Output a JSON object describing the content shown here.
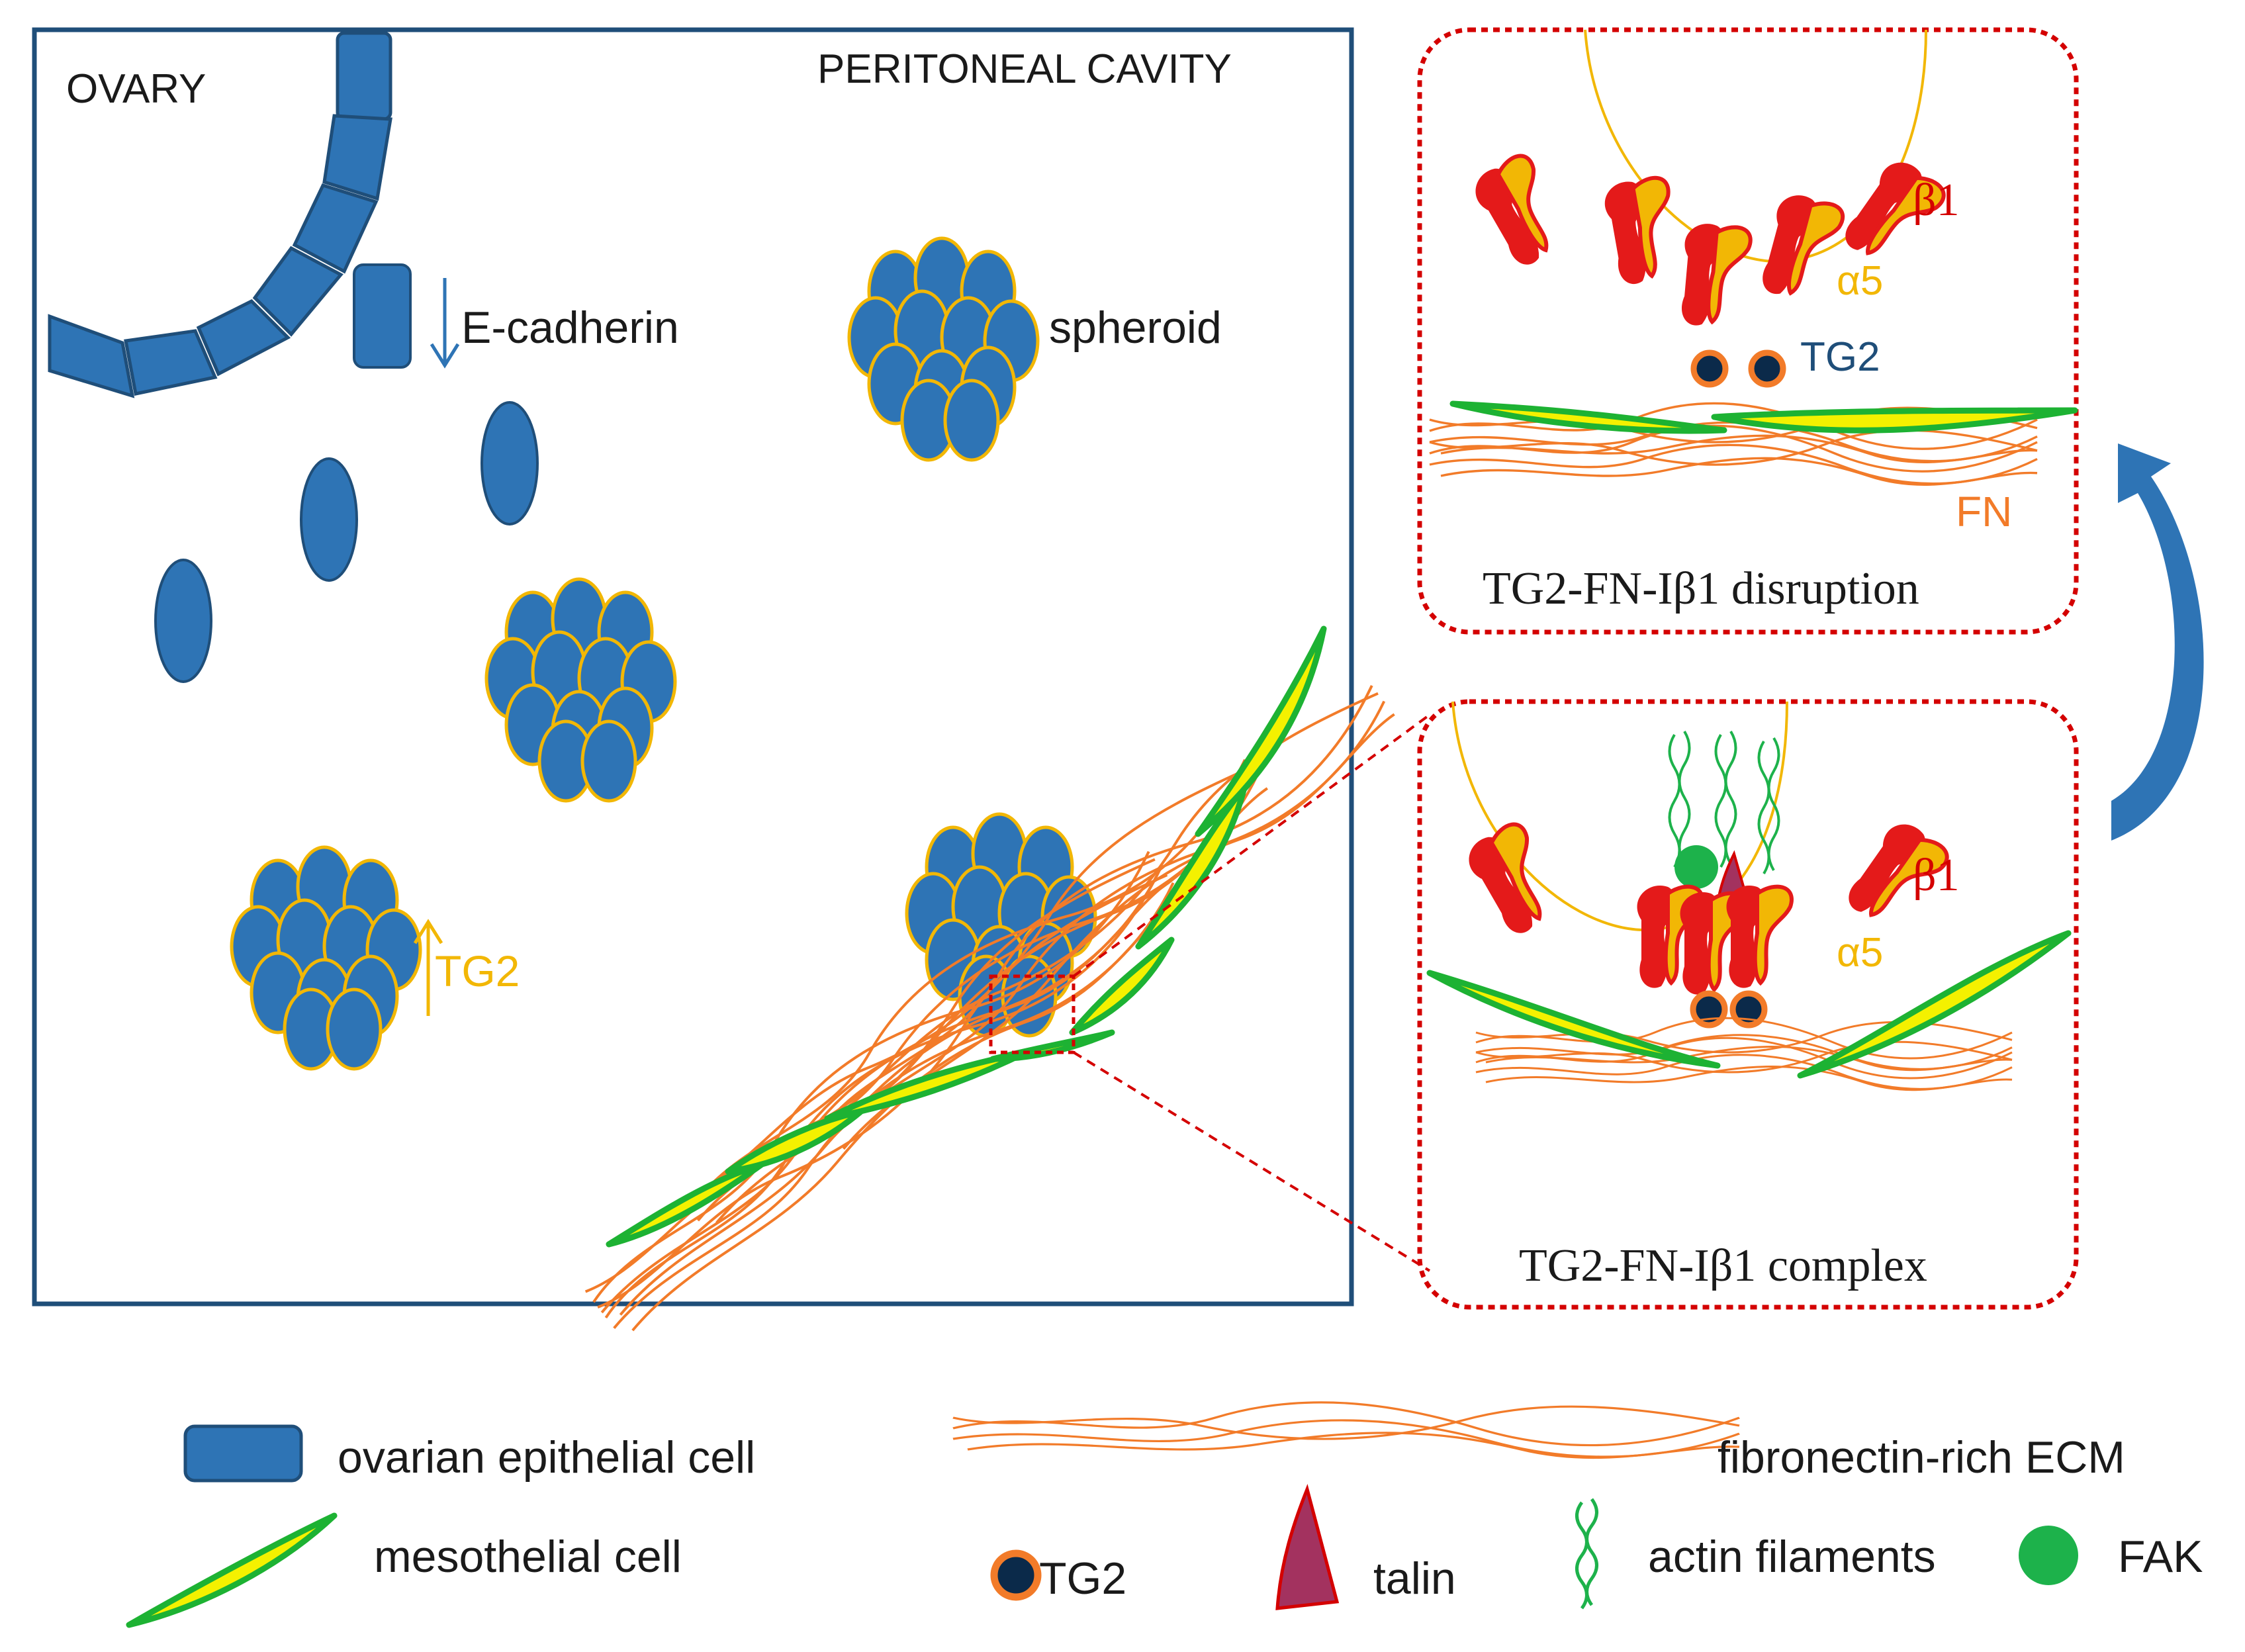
{
  "main_panel": {
    "ovary_label": "OVARY",
    "cavity_label": "PERITONEAL CAVITY",
    "ecadherin_label": "E-cadherin",
    "spheroid_label": "spheroid",
    "tg2_up_label": "TG2"
  },
  "disruption_panel": {
    "beta1": "β1",
    "alpha5": "α5",
    "tg2": "TG2",
    "fn": "FN",
    "caption": "TG2-FN-Iβ1 disruption"
  },
  "complex_panel": {
    "beta1": "β1",
    "alpha5": "α5",
    "caption": "TG2-FN-Iβ1 complex"
  },
  "legend": {
    "epithelial": "ovarian epithelial cell",
    "mesothelial": "mesothelial cell",
    "ecm": "fibronectin-rich ECM",
    "tg2": "TG2",
    "talin": "talin",
    "actin": "actin filaments",
    "fak": "FAK"
  },
  "colors": {
    "cell_blue": "#2e74b5",
    "frame_blue": "#1f4e79",
    "outline_gold": "#f2b705",
    "meso_green": "#1db233",
    "meso_yellow": "#f4f100",
    "ecm_orange": "#f27b29",
    "integrin_red": "#e41a1a",
    "dot_red": "#d40000",
    "tg2_navy": "#0b2a4a",
    "talin": "#a3325f",
    "fak": "#1db24b"
  }
}
